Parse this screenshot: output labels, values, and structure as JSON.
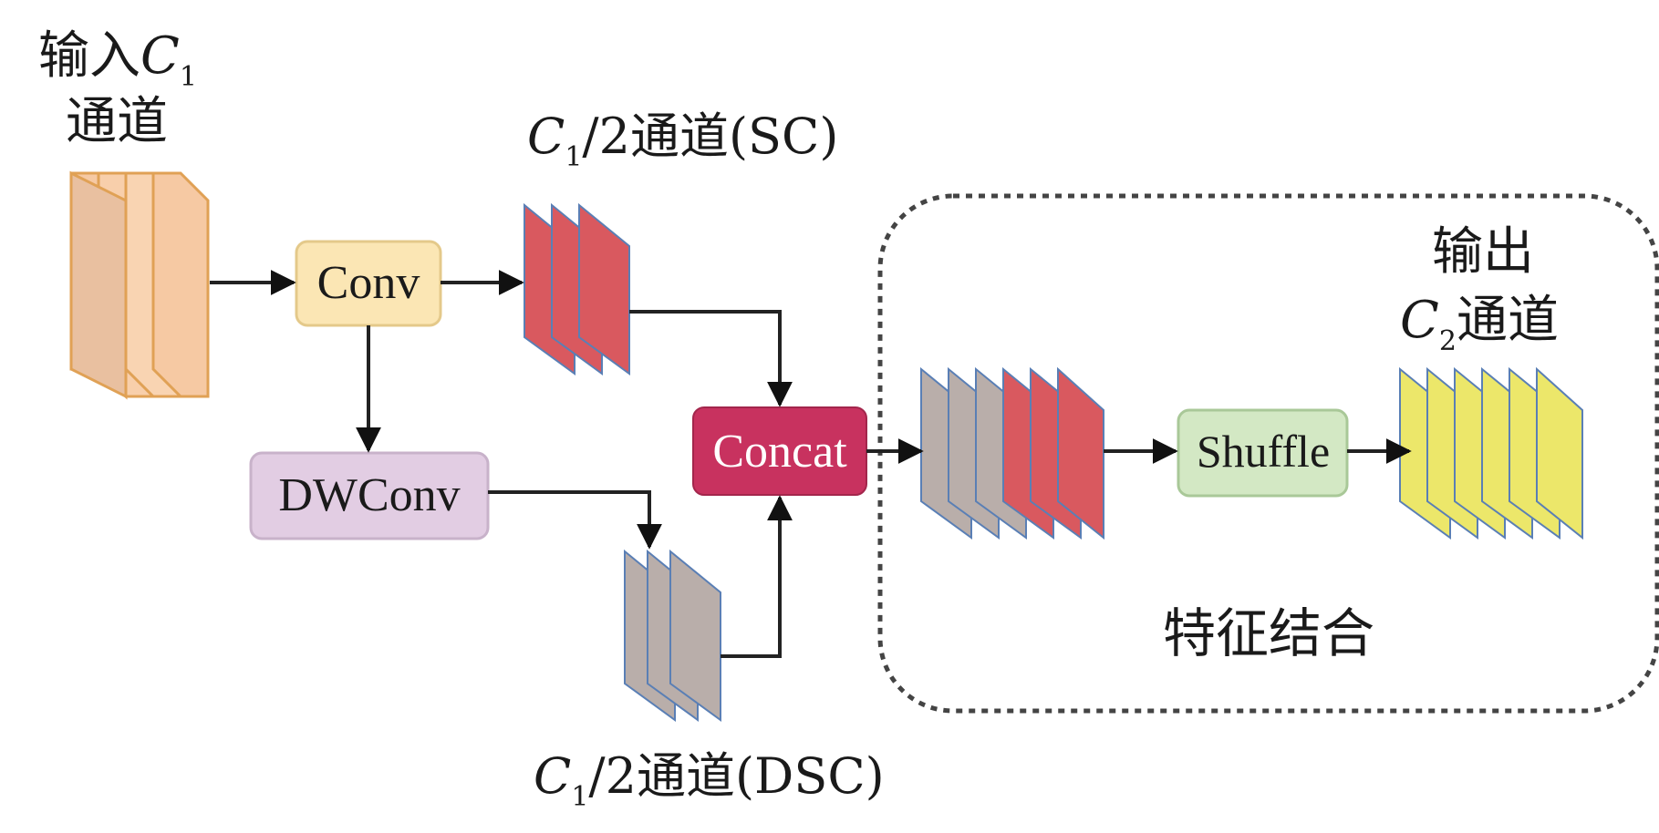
{
  "labels": {
    "input_line1": "输入",
    "input_var": "C",
    "input_sub": "1",
    "input_line2": "通道",
    "sc_var": "C",
    "sc_sub": "1",
    "sc_rest": "/2通道(SC)",
    "dsc_var": "C",
    "dsc_sub": "1",
    "dsc_rest": "/2通道(DSC)",
    "output_line1": "输出",
    "output_var": "C",
    "output_sub": "2",
    "output_rest": "通道",
    "group": "特征结合"
  },
  "nodes": {
    "conv": "Conv",
    "dwconv": "DWConv",
    "concat": "Concat",
    "shuffle": "Shuffle"
  },
  "colors": {
    "input_stack": "#f6c9a3",
    "input_stroke": "#e0a155",
    "sc_stack": "#d9595f",
    "dsc_stack": "#b9aeaa",
    "feature_stroke": "#5a7fb5",
    "output_stack": "#ece76a",
    "conv_fill": "#fbe6b4",
    "dwconv_fill": "#e2cde3",
    "concat_fill": "#c8325f",
    "shuffle_fill": "#d3e8c4"
  }
}
